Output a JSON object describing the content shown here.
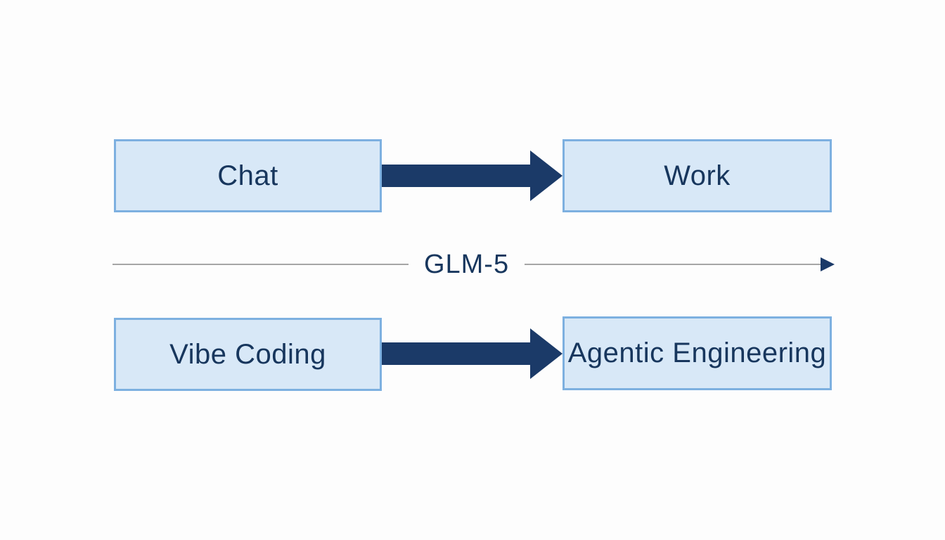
{
  "diagram": {
    "title": "Chat-to-Work / Vibe-Coding-to-Agentic-Engineering transition diagram",
    "axis": {
      "label": "GLM-5",
      "direction": "left-to-right"
    },
    "rows": [
      {
        "from": "Chat",
        "to": "Work"
      },
      {
        "from": "Vibe Coding",
        "to": "Agentic Engineering"
      }
    ],
    "colors": {
      "background": "#fdfdfd",
      "box_fill": "#d8e8f7",
      "box_border": "#7db0e0",
      "box_text": "#17365d",
      "arrow": "#1b3a68",
      "axis_line": "#a6a6a6",
      "axis_text": "#17365d"
    }
  }
}
